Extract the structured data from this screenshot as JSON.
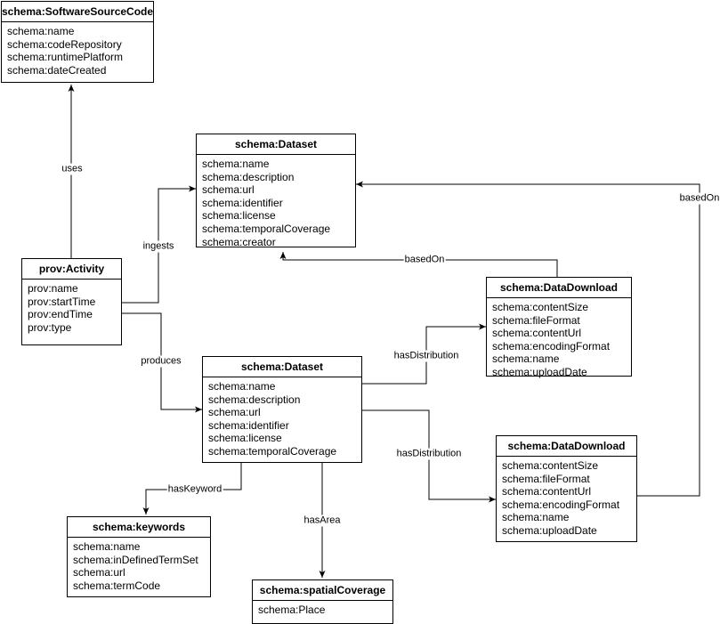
{
  "classes": {
    "software": {
      "title": "schema:SoftwareSourceCode",
      "attributes": [
        "schema:name",
        "schema:codeRepository",
        "schema:runtimePlatform",
        "schema:dateCreated"
      ]
    },
    "dataset_source": {
      "title": "schema:Dataset",
      "attributes": [
        "schema:name",
        "schema:description",
        "schema:url",
        "schema:identifier",
        "schema:license",
        "schema:temporalCoverage",
        "schema:creator"
      ]
    },
    "activity": {
      "title": "prov:Activity",
      "attributes": [
        "prov:name",
        "prov:startTime",
        "prov:endTime",
        "prov:type"
      ]
    },
    "download_1": {
      "title": "schema:DataDownload",
      "attributes": [
        "schema:contentSize",
        "schema:fileFormat",
        "schema:contentUrl",
        "schema:encodingFormat",
        "schema:name",
        "schema:uploadDate"
      ]
    },
    "dataset_output": {
      "title": "schema:Dataset",
      "attributes": [
        "schema:name",
        "schema:description",
        "schema:url",
        "schema:identifier",
        "schema:license",
        "schema:temporalCoverage"
      ]
    },
    "download_2": {
      "title": "schema:DataDownload",
      "attributes": [
        "schema:contentSize",
        "schema:fileFormat",
        "schema:contentUrl",
        "schema:encodingFormat",
        "schema:name",
        "schema:uploadDate"
      ]
    },
    "keywords": {
      "title": "schema:keywords",
      "attributes": [
        "schema:name",
        "schema:inDefinedTermSet",
        "schema:url",
        "schema:termCode"
      ]
    },
    "spatial": {
      "title": "schema:spatialCoverage",
      "attributes": [
        "schema:Place"
      ]
    }
  },
  "edges": {
    "uses": "uses",
    "ingests": "ingests",
    "produces": "produces",
    "based_on_1": "basedOn",
    "based_on_2": "basedOn",
    "has_distribution_1": "hasDistribution",
    "has_distribution_2": "hasDistribution",
    "has_keyword": "hasKeyword",
    "has_area": "hasArea"
  }
}
